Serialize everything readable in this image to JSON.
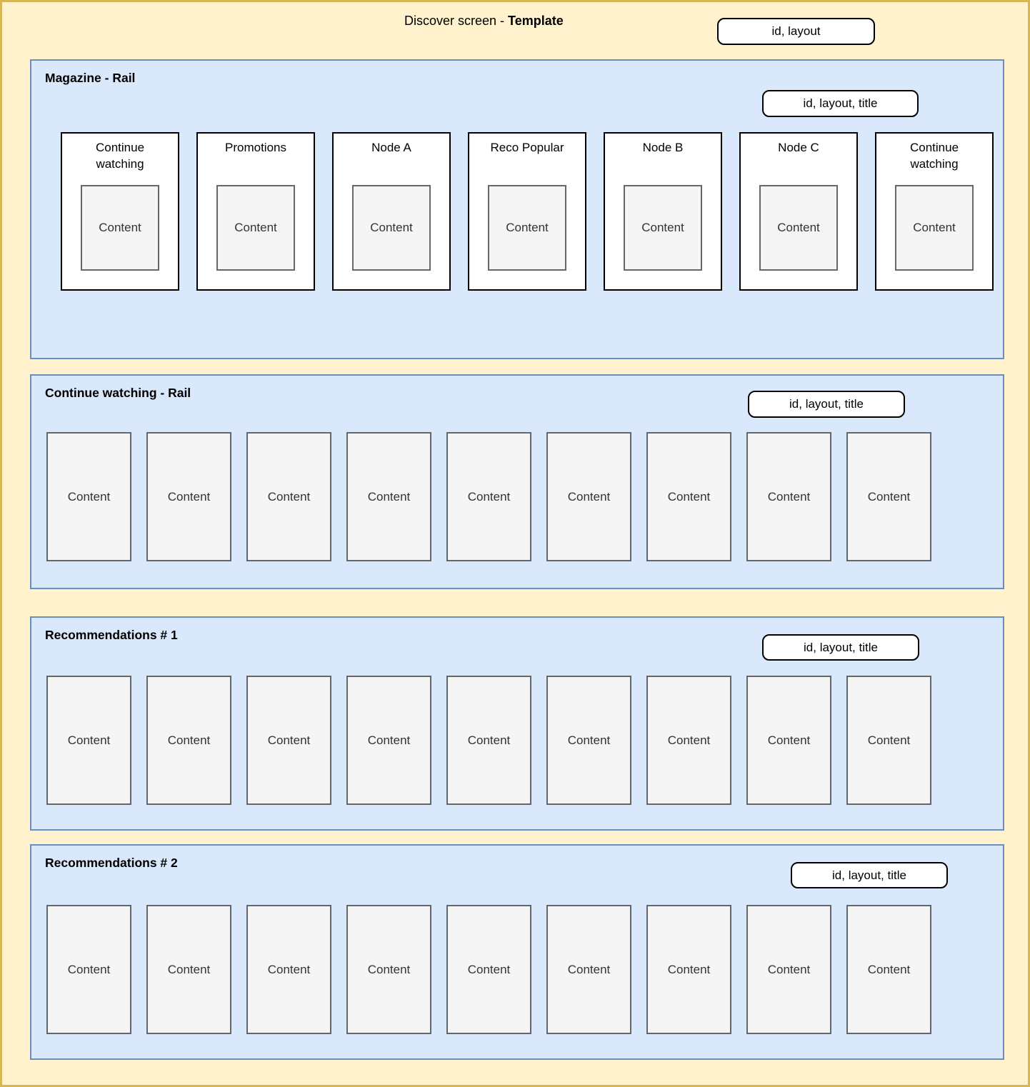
{
  "header": {
    "title_prefix": "Discover screen - ",
    "title_bold": "Template",
    "badge": "id, layout"
  },
  "rails": [
    {
      "id": "magazine",
      "title": "Magazine - Rail",
      "badge": "id, layout, title",
      "cards": [
        {
          "title": "Continue watching",
          "content": "Content"
        },
        {
          "title": "Promotions",
          "content": "Content"
        },
        {
          "title": "Node A",
          "content": "Content"
        },
        {
          "title": "Reco Popular",
          "content": "Content"
        },
        {
          "title": "Node B",
          "content": "Content"
        },
        {
          "title": "Node C",
          "content": "Content"
        },
        {
          "title": "Continue watching",
          "content": "Content"
        }
      ]
    },
    {
      "id": "continue-watching",
      "title": "Continue watching - Rail",
      "badge": "id, layout, title",
      "items": [
        "Content",
        "Content",
        "Content",
        "Content",
        "Content",
        "Content",
        "Content",
        "Content",
        "Content"
      ]
    },
    {
      "id": "recommendations-1",
      "title": "Recommendations # 1",
      "badge": "id, layout, title",
      "items": [
        "Content",
        "Content",
        "Content",
        "Content",
        "Content",
        "Content",
        "Content",
        "Content",
        "Content"
      ]
    },
    {
      "id": "recommendations-2",
      "title": "Recommendations # 2",
      "badge": "id, layout, title",
      "items": [
        "Content",
        "Content",
        "Content",
        "Content",
        "Content",
        "Content",
        "Content",
        "Content",
        "Content"
      ]
    }
  ],
  "colors": {
    "canvas_fill": "#fff2cc",
    "canvas_border": "#d6b656",
    "rail_fill": "#dae8fc",
    "rail_border": "#6c8ebf",
    "card_fill": "#ffffff",
    "card_border": "#000000",
    "content_fill": "#f5f5f5",
    "content_border": "#666666",
    "content_text": "#333333"
  }
}
